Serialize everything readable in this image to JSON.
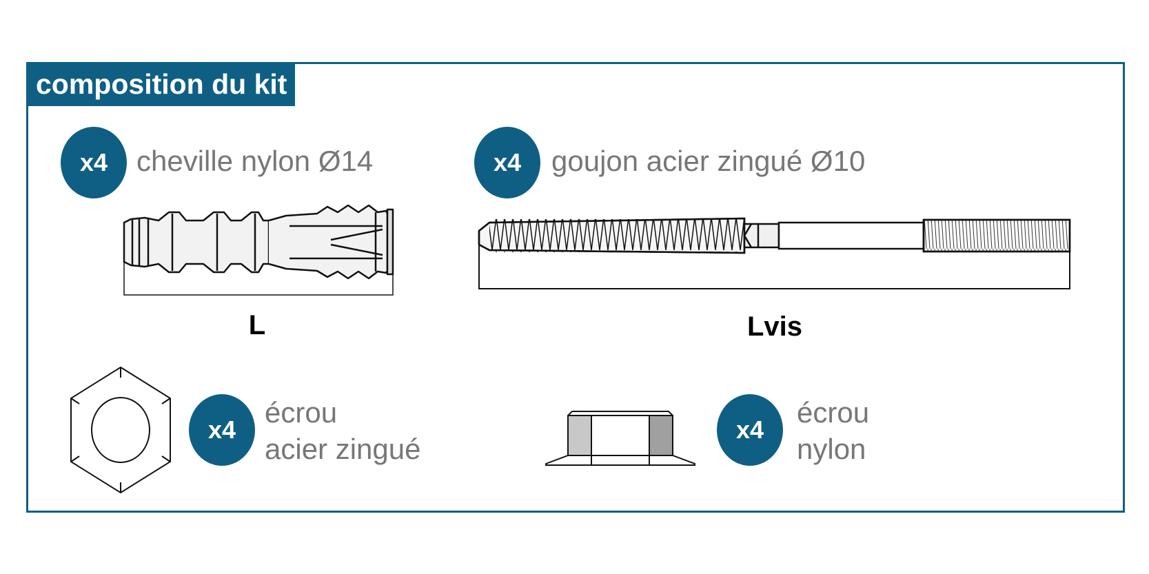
{
  "title": "composition du kit",
  "colors": {
    "brand": "#0f5f84",
    "label_gray": "#777777"
  },
  "items": [
    {
      "id": "cheville",
      "quantity": "x4",
      "label_lines": [
        "cheville nylon Ø14"
      ],
      "dimension": "L"
    },
    {
      "id": "goujon",
      "quantity": "x4",
      "label_lines": [
        "goujon acier zingué Ø10"
      ],
      "dimension": "Lvis"
    },
    {
      "id": "ecrou-acier",
      "quantity": "x4",
      "label_lines": [
        "écrou",
        "acier zingué"
      ]
    },
    {
      "id": "ecrou-nylon",
      "quantity": "x4",
      "label_lines": [
        "écrou",
        "nylon"
      ]
    }
  ],
  "icons": [
    "nylon-anchor-icon",
    "threaded-stud-icon",
    "hex-nut-icon",
    "flange-nut-icon"
  ]
}
